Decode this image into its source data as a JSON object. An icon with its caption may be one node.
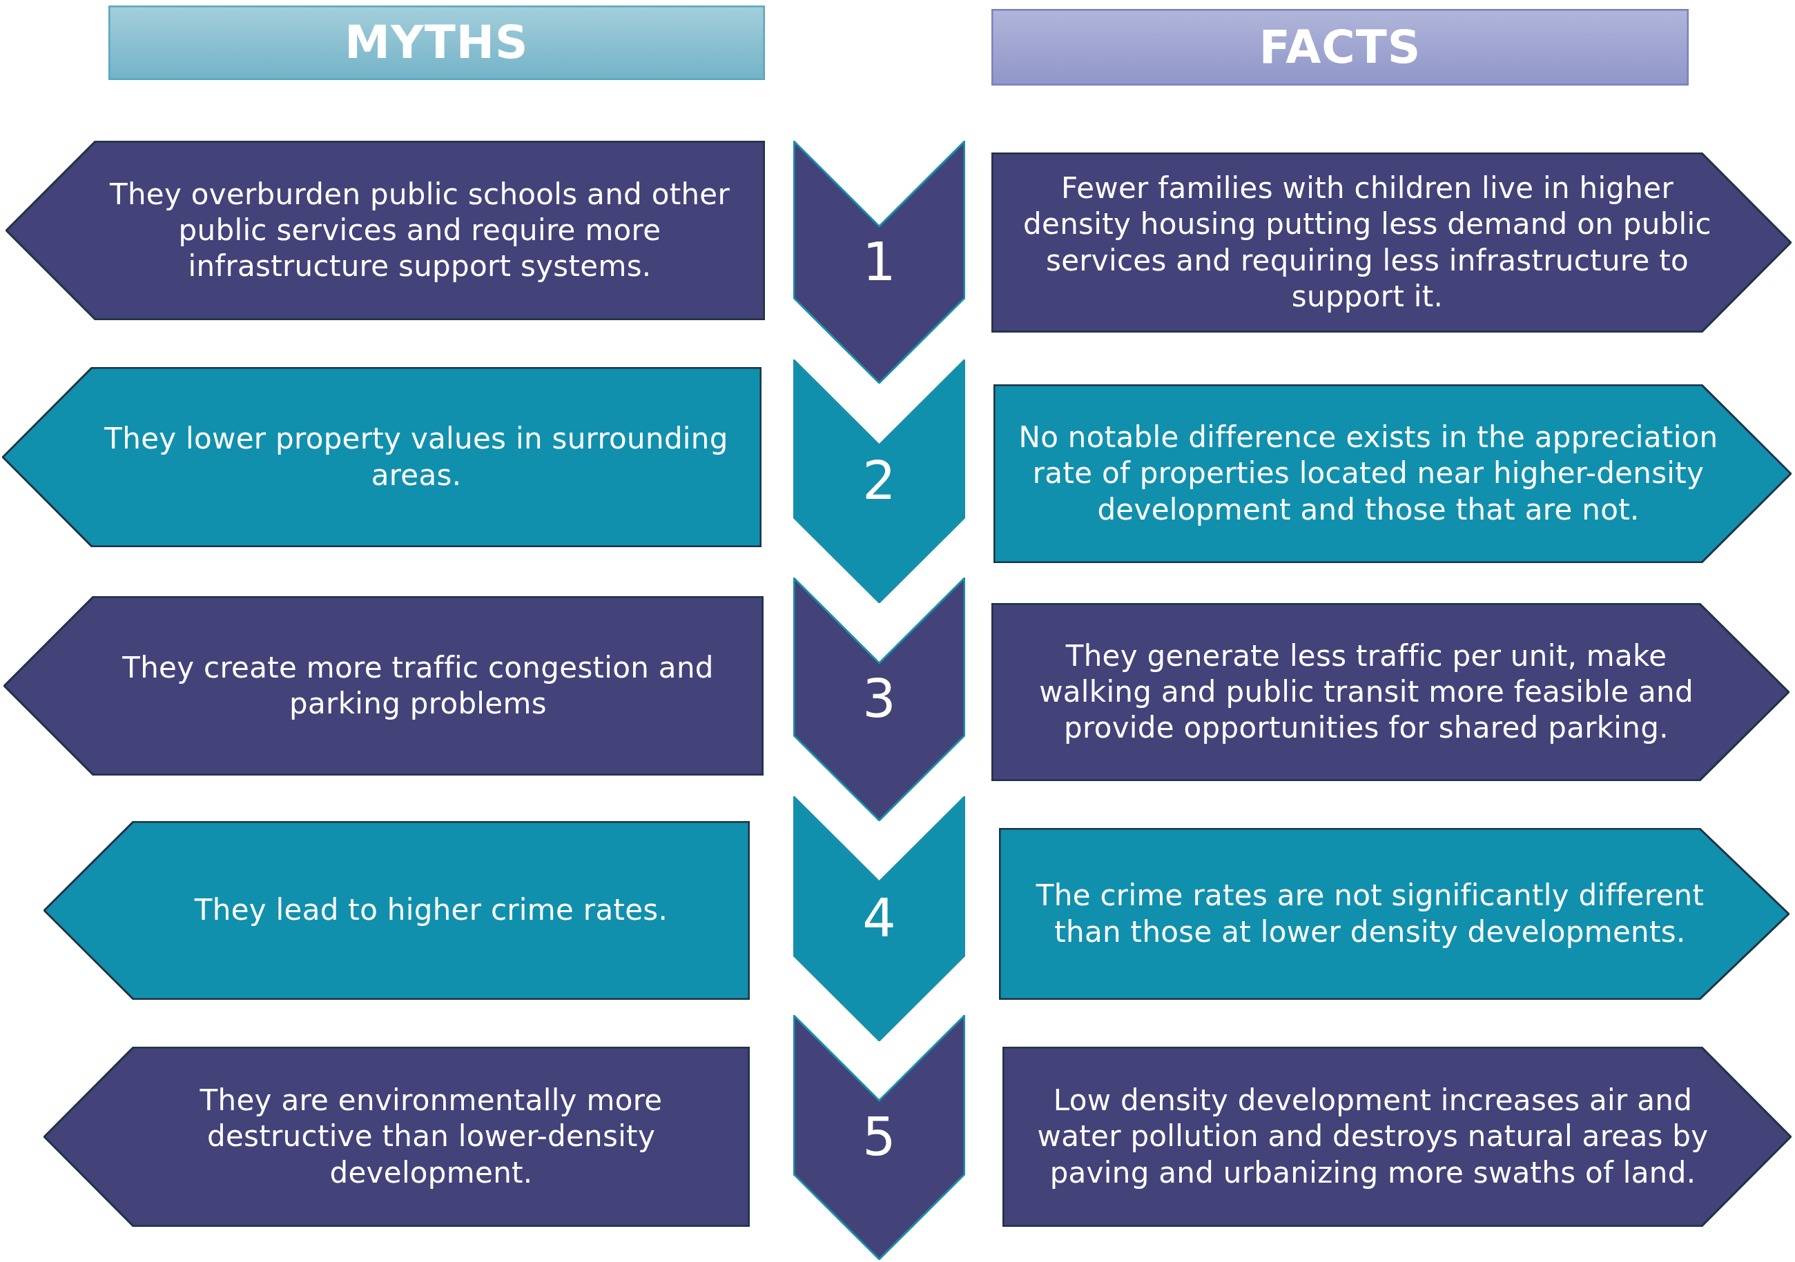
{
  "diagram": {
    "nodes": [
      {
        "text": [
          "MYTHS"
        ]
      },
      {
        "text": [
          "FACTS"
        ]
      },
      {
        "text": [
          "They overburden public schools and other public services and require more infrastructure support systems."
        ]
      },
      {
        "text": [
          "1"
        ]
      },
      {
        "text": [
          "Fewer families with children live in higher density housing putting less demand on public services and requiring less infrastructure to support it."
        ]
      },
      {
        "text": [
          "They lower property values in surrounding areas."
        ]
      },
      {
        "text": [
          "2"
        ]
      },
      {
        "text": [
          "No notable difference exists in the appreciation rate of properties located near higher-density development and those that are not."
        ]
      },
      {
        "text": [
          "They create more traffic congestion and parking problems"
        ]
      },
      {
        "text": [
          "3"
        ]
      },
      {
        "text": [
          "They generate less traffic per unit, make walking and public transit more feasible and provide opportunities for shared parking."
        ]
      },
      {
        "text": [
          "They lead to higher crime rates."
        ]
      },
      {
        "text": [
          "4"
        ]
      },
      {
        "text": [
          "The crime rates are not significantly different than those at lower density developments."
        ]
      },
      {
        "text": [
          "They are environmentally more destructive than lower-density development."
        ]
      },
      {
        "text": [
          "5"
        ]
      },
      {
        "text": [
          "Low density development increases air and water pollution and destroys natural areas by paving and urbanizing more swaths of land."
        ]
      }
    ]
  }
}
